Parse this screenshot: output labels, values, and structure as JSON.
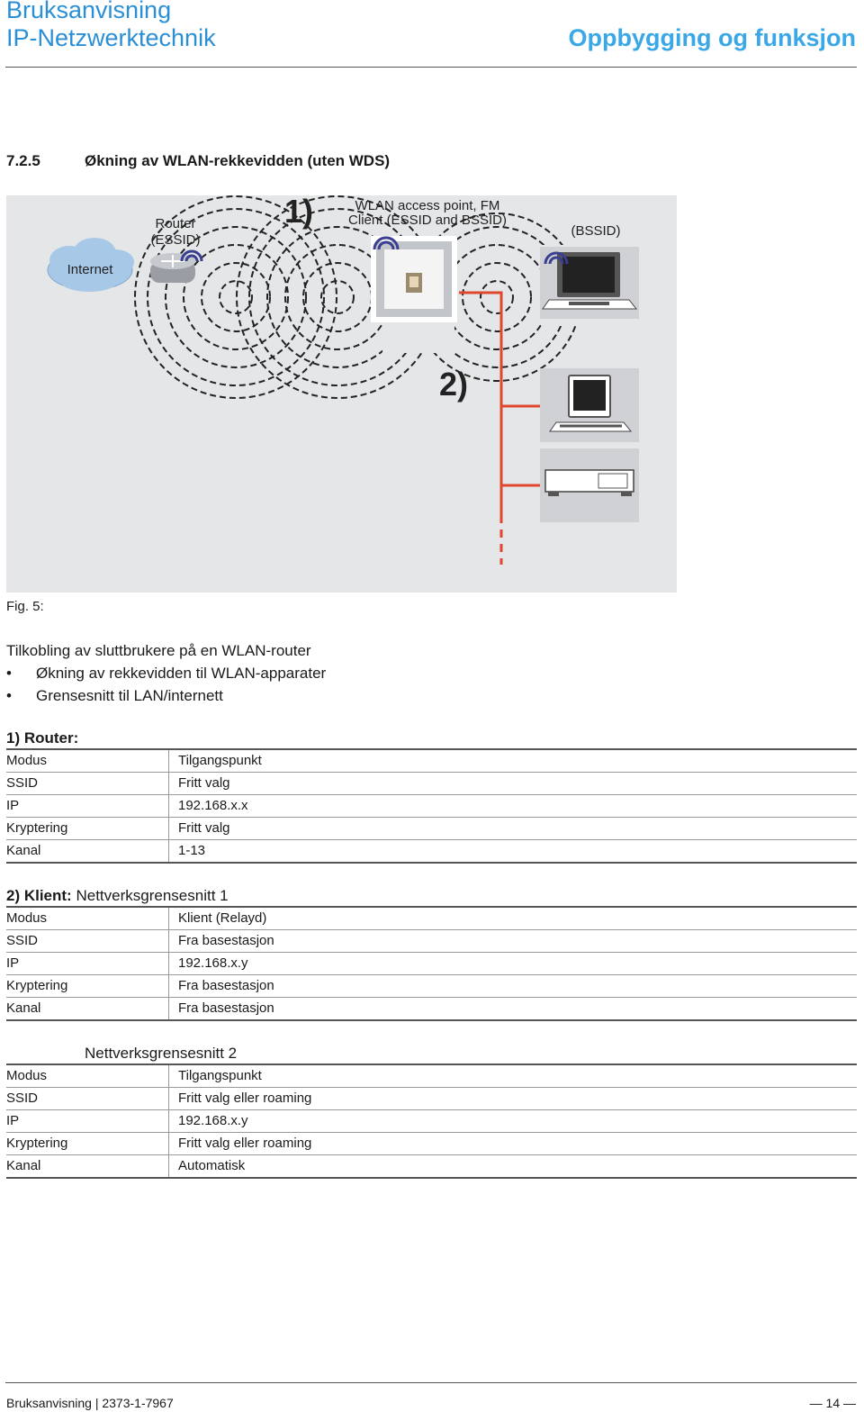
{
  "header": {
    "title_line1": "Bruksanvisning",
    "title_line2": "IP-Netzwerktechnik",
    "section_title": "Oppbygging og funksjon"
  },
  "section": {
    "number": "7.2.5",
    "title": "Økning av WLAN-rekkevidden (uten WDS)"
  },
  "figure": {
    "label_1": "1)",
    "label_2": "2)",
    "internet": "Internet",
    "router": [
      "Router",
      "(ESSID)"
    ],
    "ap": [
      "WLAN access point, FM",
      "Client (ESSID and BSSID)"
    ],
    "bssid": "(BSSID)",
    "caption": "Fig. 5:",
    "colors": {
      "background": "#e5e6e8",
      "cable": "#e0482e",
      "cloud": "#a8c8e8",
      "wifi": "#3a3f8f"
    }
  },
  "intro": {
    "line": "Tilkobling av sluttbrukere på en WLAN-router",
    "bullet_char": "•",
    "bullets": [
      "Økning av rekkevidden til WLAN-apparater",
      "Grensesnitt til LAN/internett"
    ]
  },
  "tables": [
    {
      "title": "1) Router:",
      "subtitle": "",
      "rows": [
        [
          "Modus",
          "Tilgangspunkt"
        ],
        [
          "SSID",
          "Fritt valg"
        ],
        [
          "IP",
          "192.168.x.x"
        ],
        [
          "Kryptering",
          "Fritt valg"
        ],
        [
          "Kanal",
          "1-13"
        ]
      ]
    },
    {
      "title": "2) Klient:",
      "subtitle": "Nettverksgrensesnitt 1",
      "rows": [
        [
          "Modus",
          "Klient (Relayd)"
        ],
        [
          "SSID",
          "Fra basestasjon"
        ],
        [
          "IP",
          "192.168.x.y"
        ],
        [
          "Kryptering",
          "Fra basestasjon"
        ],
        [
          "Kanal",
          "Fra basestasjon"
        ]
      ]
    },
    {
      "title": "",
      "subtitle": "Nettverksgrensesnitt 2",
      "rows": [
        [
          "Modus",
          "Tilgangspunkt"
        ],
        [
          "SSID",
          "Fritt valg eller roaming"
        ],
        [
          "IP",
          "192.168.x.y"
        ],
        [
          "Kryptering",
          "Fritt valg eller roaming"
        ],
        [
          "Kanal",
          "Automatisk"
        ]
      ]
    }
  ],
  "footer": {
    "left": "Bruksanvisning | 2373-1-7967",
    "right": "— 14 —"
  }
}
